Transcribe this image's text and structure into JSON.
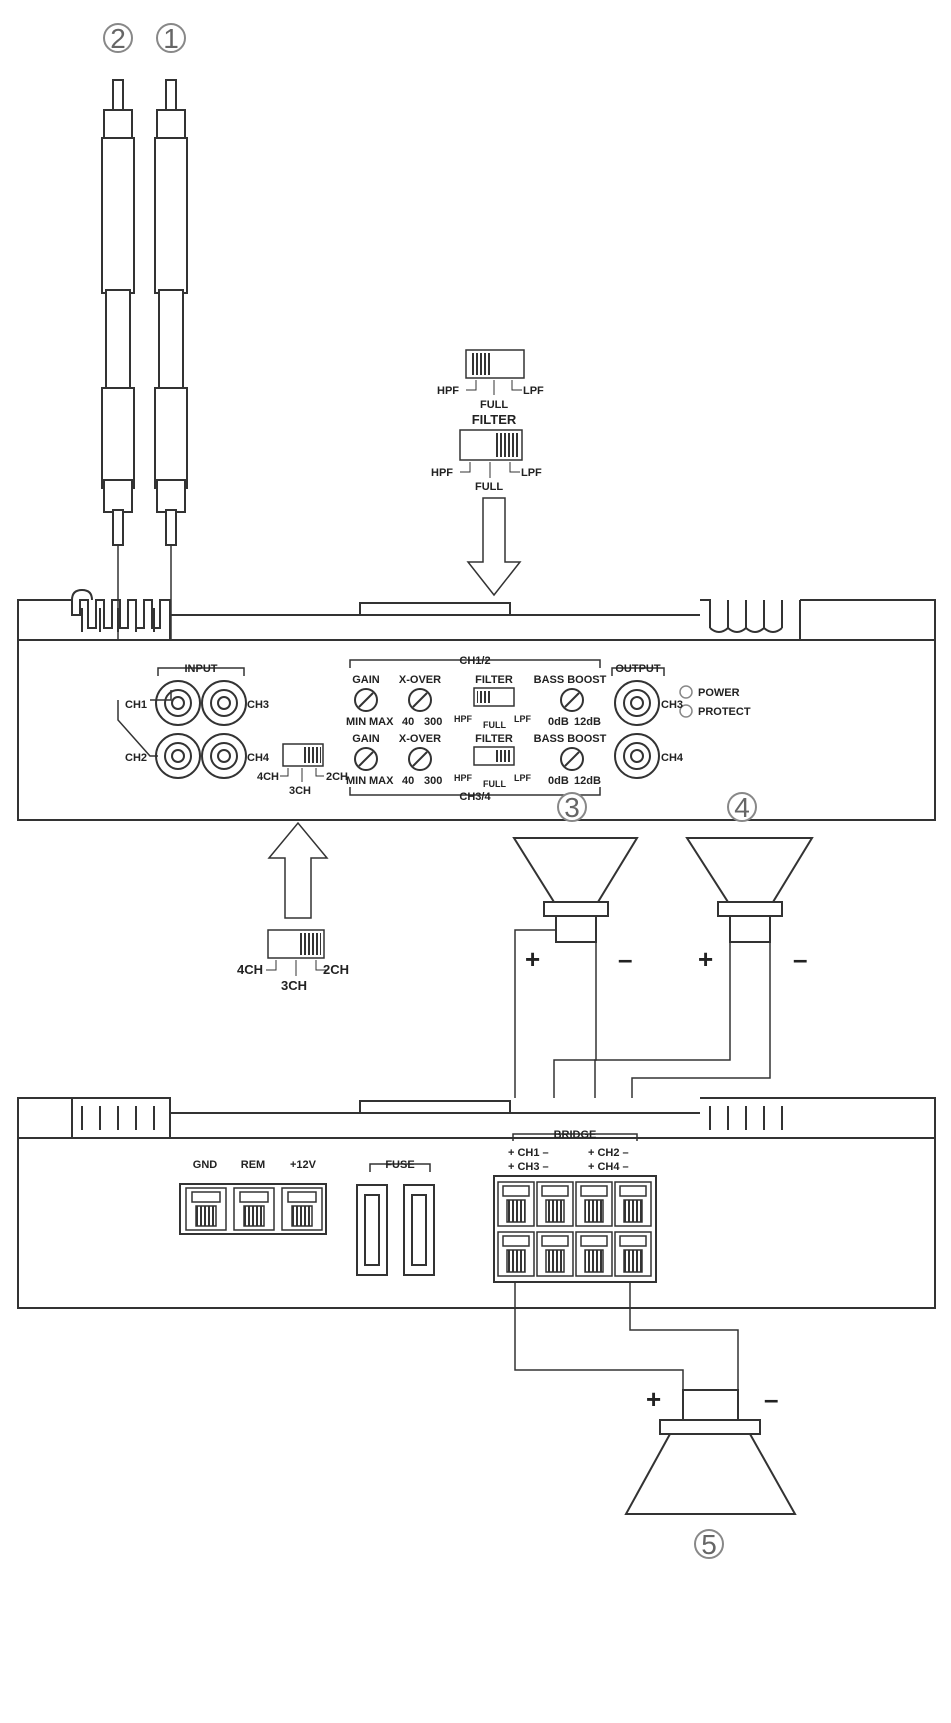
{
  "callouts": [
    "1",
    "2",
    "3",
    "4",
    "5"
  ],
  "filter_switch": {
    "title": "FILTER",
    "hpf": "HPF",
    "full": "FULL",
    "lpf": "LPF"
  },
  "mode_switch": {
    "ch4": "4CH",
    "ch3": "3CH",
    "ch2": "2CH"
  },
  "amp_top": {
    "input_label": "INPUT",
    "output_label": "OUTPUT",
    "ch1": "CH1",
    "ch2": "CH2",
    "ch3": "CH3",
    "ch4": "CH4",
    "group_top": "CH1/2",
    "group_bottom": "CH3/4",
    "gain": "GAIN",
    "gain_min": "MIN",
    "gain_max": "MAX",
    "xover": "X-OVER",
    "xover_low": "40",
    "xover_high": "300",
    "filter": "FILTER",
    "bass_boost": "BASS BOOST",
    "bb_low": "0dB",
    "bb_high": "12dB",
    "power": "POWER",
    "protect": "PROTECT"
  },
  "amp_bottom": {
    "gnd": "GND",
    "rem": "REM",
    "plus12v": "+12V",
    "fuse": "FUSE",
    "bridge": "BRIDGE",
    "ch1": "+ CH1 –",
    "ch3": "+ CH3 –",
    "ch2": "+ CH2 –",
    "ch4": "+ CH4 –"
  },
  "signs": {
    "plus": "+",
    "minus": "–"
  }
}
